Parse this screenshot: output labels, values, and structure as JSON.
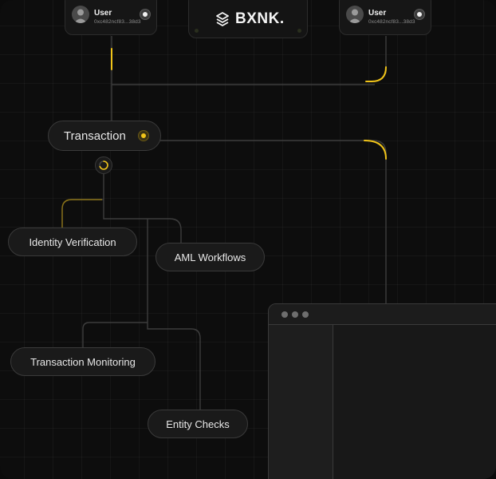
{
  "header": {
    "brand": "BXNK.",
    "users": [
      {
        "label": "User",
        "address": "0xc482ncf83...38d3"
      },
      {
        "label": "User",
        "address": "0xc482ncf83...38d3"
      }
    ]
  },
  "nodes": {
    "transaction": "Transaction",
    "identity_verification": "Identity Verification",
    "aml_workflows": "AML Workflows",
    "transaction_monitoring": "Transaction Monitoring",
    "entity_checks": "Entity Checks"
  },
  "colors": {
    "accent": "#f0c419",
    "line": "#3a3a3a",
    "background": "#0d0d0d",
    "card": "#1a1a1a"
  },
  "icons": {
    "brand": "bxnk-logo-icon",
    "user": "user-avatar-icon",
    "status": "radio-indicator-icon",
    "loading": "spinner-icon"
  }
}
